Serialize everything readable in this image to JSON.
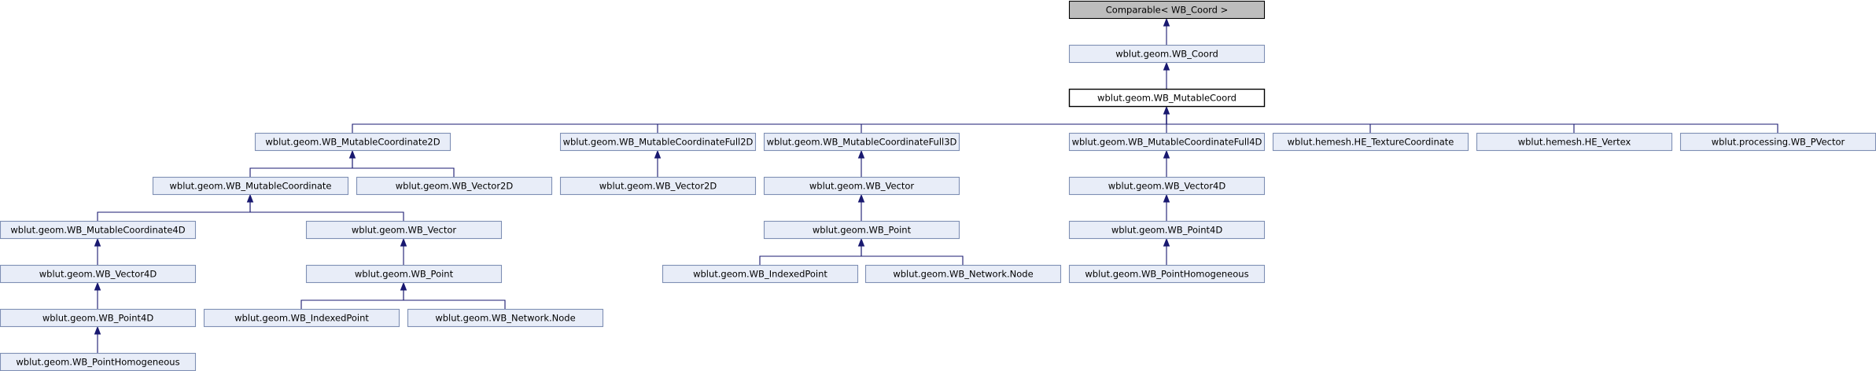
{
  "diagram": {
    "nodes": [
      {
        "id": "comparable",
        "label": "Comparable< WB_Coord >",
        "kind": "root"
      },
      {
        "id": "coord",
        "label": "wblut.geom.WB_Coord",
        "kind": "normal"
      },
      {
        "id": "mutablecoord",
        "label": "wblut.geom.WB_MutableCoord",
        "kind": "focus"
      },
      {
        "id": "mc2d",
        "label": "wblut.geom.WB_MutableCoordinate2D",
        "kind": "normal"
      },
      {
        "id": "mcf2d",
        "label": "wblut.geom.WB_MutableCoordinateFull2D",
        "kind": "normal"
      },
      {
        "id": "mcf3d",
        "label": "wblut.geom.WB_MutableCoordinateFull3D",
        "kind": "normal"
      },
      {
        "id": "mcf4d",
        "label": "wblut.geom.WB_MutableCoordinateFull4D",
        "kind": "normal"
      },
      {
        "id": "hetex",
        "label": "wblut.hemesh.HE_TextureCoordinate",
        "kind": "normal"
      },
      {
        "id": "hevert",
        "label": "wblut.hemesh.HE_Vertex",
        "kind": "normal"
      },
      {
        "id": "pvector",
        "label": "wblut.processing.WB_PVector",
        "kind": "normal"
      },
      {
        "id": "mc",
        "label": "wblut.geom.WB_MutableCoordinate",
        "kind": "normal"
      },
      {
        "id": "v2d_a",
        "label": "wblut.geom.WB_Vector2D",
        "kind": "normal"
      },
      {
        "id": "v2d_b",
        "label": "wblut.geom.WB_Vector2D",
        "kind": "normal"
      },
      {
        "id": "vec_mid",
        "label": "wblut.geom.WB_Vector",
        "kind": "normal"
      },
      {
        "id": "v4d_right",
        "label": "wblut.geom.WB_Vector4D",
        "kind": "normal"
      },
      {
        "id": "mc4d",
        "label": "wblut.geom.WB_MutableCoordinate4D",
        "kind": "normal"
      },
      {
        "id": "vec_left",
        "label": "wblut.geom.WB_Vector",
        "kind": "normal"
      },
      {
        "id": "pt_mid",
        "label": "wblut.geom.WB_Point",
        "kind": "normal"
      },
      {
        "id": "p4d_right",
        "label": "wblut.geom.WB_Point4D",
        "kind": "normal"
      },
      {
        "id": "v4d_left",
        "label": "wblut.geom.WB_Vector4D",
        "kind": "normal"
      },
      {
        "id": "pt_left",
        "label": "wblut.geom.WB_Point",
        "kind": "normal"
      },
      {
        "id": "ip_mid",
        "label": "wblut.geom.WB_IndexedPoint",
        "kind": "normal"
      },
      {
        "id": "nn_mid",
        "label": "wblut.geom.WB_Network.Node",
        "kind": "normal"
      },
      {
        "id": "ph_right",
        "label": "wblut.geom.WB_PointHomogeneous",
        "kind": "normal"
      },
      {
        "id": "p4d_left",
        "label": "wblut.geom.WB_Point4D",
        "kind": "normal"
      },
      {
        "id": "ip_left",
        "label": "wblut.geom.WB_IndexedPoint",
        "kind": "normal"
      },
      {
        "id": "nn_left",
        "label": "wblut.geom.WB_Network.Node",
        "kind": "normal"
      },
      {
        "id": "ph_left",
        "label": "wblut.geom.WB_PointHomogeneous",
        "kind": "normal"
      }
    ],
    "edges": [
      {
        "from": "coord",
        "to": "comparable"
      },
      {
        "from": "mutablecoord",
        "to": "coord"
      },
      {
        "from": "mc2d",
        "to": "mutablecoord"
      },
      {
        "from": "mcf2d",
        "to": "mutablecoord"
      },
      {
        "from": "mcf3d",
        "to": "mutablecoord"
      },
      {
        "from": "mcf4d",
        "to": "mutablecoord"
      },
      {
        "from": "hetex",
        "to": "mutablecoord"
      },
      {
        "from": "hevert",
        "to": "mutablecoord"
      },
      {
        "from": "pvector",
        "to": "mutablecoord"
      },
      {
        "from": "mc",
        "to": "mc2d"
      },
      {
        "from": "v2d_a",
        "to": "mc2d"
      },
      {
        "from": "v2d_b",
        "to": "mcf2d"
      },
      {
        "from": "vec_mid",
        "to": "mcf3d"
      },
      {
        "from": "v4d_right",
        "to": "mcf4d"
      },
      {
        "from": "mc4d",
        "to": "mc"
      },
      {
        "from": "vec_left",
        "to": "mc"
      },
      {
        "from": "pt_mid",
        "to": "vec_mid"
      },
      {
        "from": "p4d_right",
        "to": "v4d_right"
      },
      {
        "from": "v4d_left",
        "to": "mc4d"
      },
      {
        "from": "pt_left",
        "to": "vec_left"
      },
      {
        "from": "ip_mid",
        "to": "pt_mid"
      },
      {
        "from": "nn_mid",
        "to": "pt_mid"
      },
      {
        "from": "ph_right",
        "to": "p4d_right"
      },
      {
        "from": "p4d_left",
        "to": "v4d_left"
      },
      {
        "from": "ip_left",
        "to": "pt_left"
      },
      {
        "from": "nn_left",
        "to": "pt_left"
      },
      {
        "from": "ph_left",
        "to": "p4d_left"
      }
    ]
  }
}
